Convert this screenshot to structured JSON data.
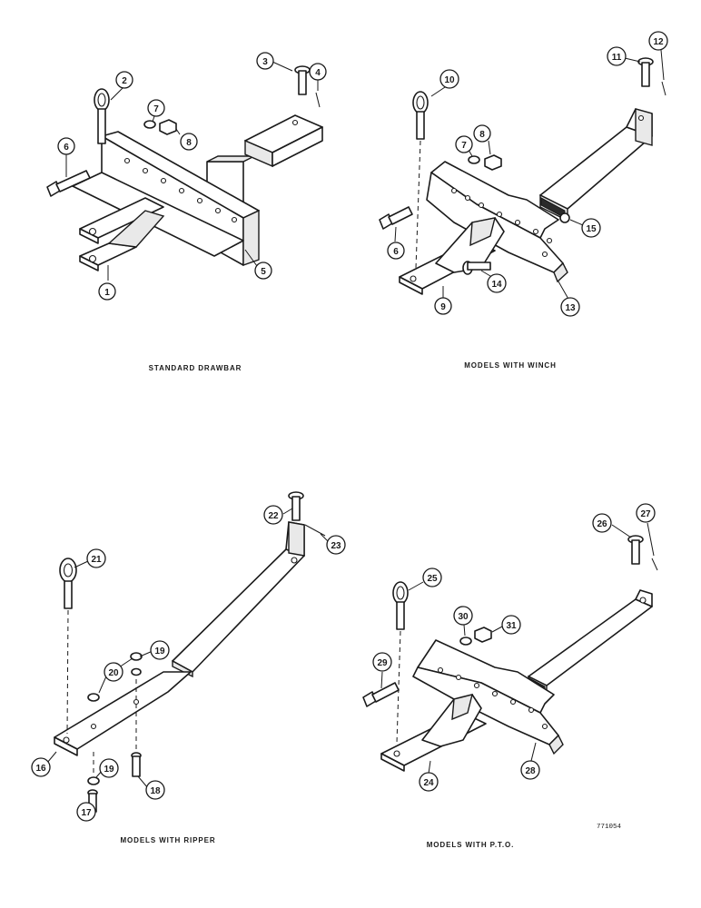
{
  "panels": [
    {
      "id": "standard",
      "caption": "STANDARD DRAWBAR",
      "callouts": [
        "1",
        "2",
        "3",
        "4",
        "5",
        "6",
        "7",
        "8"
      ]
    },
    {
      "id": "winch",
      "caption": "MODELS WITH WINCH",
      "callouts": [
        "6",
        "7",
        "8",
        "9",
        "10",
        "11",
        "12",
        "13",
        "14",
        "15"
      ]
    },
    {
      "id": "ripper",
      "caption": "MODELS WITH RIPPER",
      "callouts": [
        "16",
        "17",
        "18",
        "19",
        "19",
        "20",
        "21",
        "22",
        "23"
      ]
    },
    {
      "id": "pto",
      "caption": "MODELS WITH P.T.O.",
      "callouts": [
        "24",
        "25",
        "26",
        "27",
        "28",
        "29",
        "30",
        "31"
      ]
    }
  ],
  "drawing_id": "771054"
}
